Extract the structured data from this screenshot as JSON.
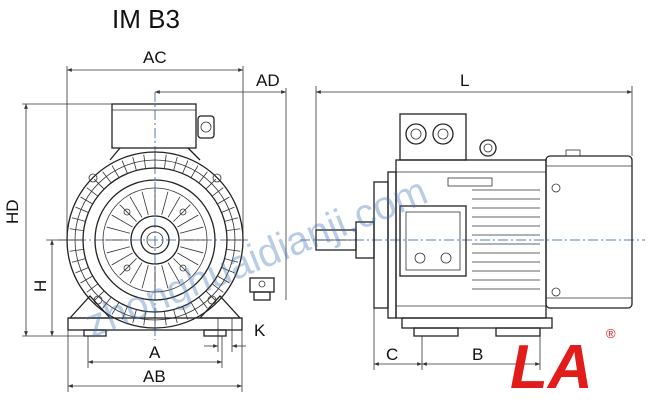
{
  "title": "IM B3",
  "front_view": {
    "labels": {
      "ac": "AC",
      "ad": "AD",
      "hd": "HD",
      "h": "H",
      "k": "K",
      "a": "A",
      "ab": "AB"
    }
  },
  "side_view": {
    "labels": {
      "l": "L",
      "c": "C",
      "b": "B"
    }
  },
  "watermark": "zhonghuaidianji.com",
  "logo": {
    "text": "LA",
    "mark": "®"
  },
  "colors": {
    "line": "#222222",
    "centerline": "#2a5a9a",
    "watermark": "#3a6fb5",
    "logo": "#e21b1b"
  }
}
